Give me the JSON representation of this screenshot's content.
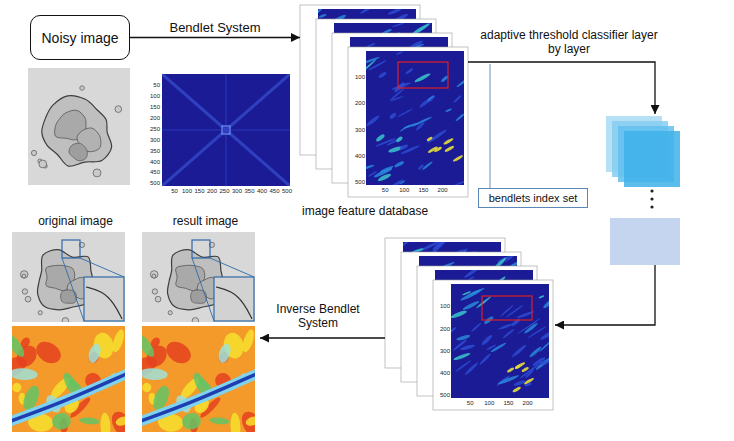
{
  "diagram": {
    "nodes": [
      {
        "text": [
          "Noisy image"
        ]
      },
      {
        "text": [
          "image feature database"
        ]
      },
      {
        "text": [
          "bendlets index set"
        ]
      },
      {
        "text": [
          "original image"
        ]
      },
      {
        "text": [
          "result image"
        ]
      }
    ],
    "edges": [
      {
        "from": 0,
        "to": 1,
        "arrow": "to",
        "label": "Bendlet System"
      }
    ],
    "labels": [
      "adaptive threshold classifier layer by layer",
      "Inverse Bendlet System",
      "50",
      "100",
      "150",
      "200",
      "250",
      "300",
      "350",
      "400",
      "450",
      "500",
      "50",
      "100",
      "150",
      "200",
      "250",
      "300",
      "350",
      "400",
      "450",
      "500",
      "100",
      "200",
      "300",
      "400",
      "500",
      "50",
      "100",
      "150",
      "200",
      "100",
      "200",
      "300",
      "400",
      "500",
      "50",
      "100",
      "150",
      "200"
    ]
  }
}
